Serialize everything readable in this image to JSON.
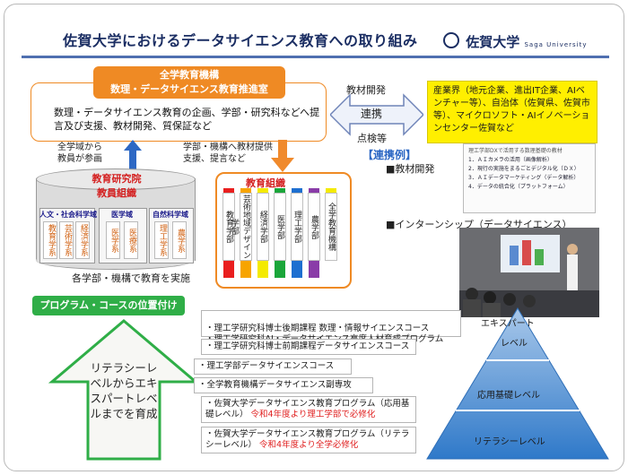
{
  "header": {
    "title": "佐賀大学におけるデータサイエンス教育への取り組み",
    "logo_text": "佐賀大学",
    "logo_sub": "Saga University"
  },
  "center": {
    "head_line1": "全学教育機構",
    "head_line2": "数理・データサイエンス教育推進室",
    "desc": "数理・データサイエンス教育の企画、学部・研究科などへ提言及び支援、教材開発、質保証など"
  },
  "cooperation": {
    "top_label": "教材開発",
    "mid_label": "連携",
    "bottom_label": "点検等",
    "partners": "産業界（地元企業、進出IT企業、AIベンチャー等）、自治体（佐賀県、佐賀市等）、マイクロソフト・AIイノベーションセンター佐賀など",
    "example_title": "【連携例】",
    "example_item1": "■教材開発",
    "example_item2": "■インターンシップ（データサイエンス）",
    "slide_title": "理工学部DXで活用する数理基礎の教材",
    "slide_lines": [
      "1．ＡＩカメラの活用（画像解析）",
      "2．現行の実施をまるごとデジタル化（ＤＸ）",
      "3．ＡＩデータマーケティング（データ解析）",
      "4．データの統合化（プラットフォーム）"
    ]
  },
  "arrows": {
    "left_label": "全学域から\n教員が参画",
    "right_label": "学部・機構へ教材提供\n支援、提言など",
    "bottom_note": "各学部・機構で教育を実施"
  },
  "institute": {
    "title": "教育研究院",
    "subtitle": "教員組織",
    "sections": [
      {
        "label": "人文・社会科学域",
        "units": [
          "教育学系",
          "芸術学系",
          "経済学系"
        ]
      },
      {
        "label": "医学域",
        "units": [
          "医学系",
          "医療系"
        ]
      },
      {
        "label": "自然科学域",
        "units": [
          "理工学系",
          "農学系"
        ]
      }
    ]
  },
  "organization": {
    "title": "教育組織",
    "units": [
      "教育学部",
      "芸術地域デザイン学部",
      "経済学部",
      "医学部",
      "理工学部",
      "農学部",
      "全学教育機構"
    ]
  },
  "programs": {
    "header": "プログラム・コースの位置付け",
    "arrow_text": "リテラシーレベルからエキスパートレベルまでを育成",
    "courses": [
      {
        "text": "・理工学研究科博士後期課程 数理・情報サイエンスコース\n・理工学研究科AI・データサイエンス高度人材育成プログラム",
        "note": ""
      },
      {
        "text": "・理工学研究科博士前期課程データサイエンスコース",
        "note": ""
      },
      {
        "text": "・理工学部データサイエンスコース",
        "note": ""
      },
      {
        "text": "・全学教育機構データサイエンス副専攻",
        "note": ""
      },
      {
        "text": "・佐賀大学データサイエンス教育プログラム（応用基礎レベル）",
        "note": "令和4年度より理工学部で必修化"
      },
      {
        "text": "・佐賀大学データサイエンス教育プログラム（リテラシーレベル）",
        "note": "令和4年度より全学必修化"
      }
    ],
    "pyramid": {
      "top": "エキスパート",
      "top2": "レベル",
      "middle": "応用基礎レベル",
      "bottom": "リテラシーレベル"
    }
  },
  "colors": {
    "title": "#1b2e63",
    "orange": "#ef8a24",
    "yellow": "#ffef00",
    "green": "#2fae47",
    "blue": "#2d68c4",
    "pyramid": "#2f79c9",
    "unit_colors": [
      "#e91e1e",
      "#f7a400",
      "#f4ea00",
      "#1aa63a",
      "#1e6fd0",
      "#8a3ca8",
      "#f4ea00"
    ]
  }
}
